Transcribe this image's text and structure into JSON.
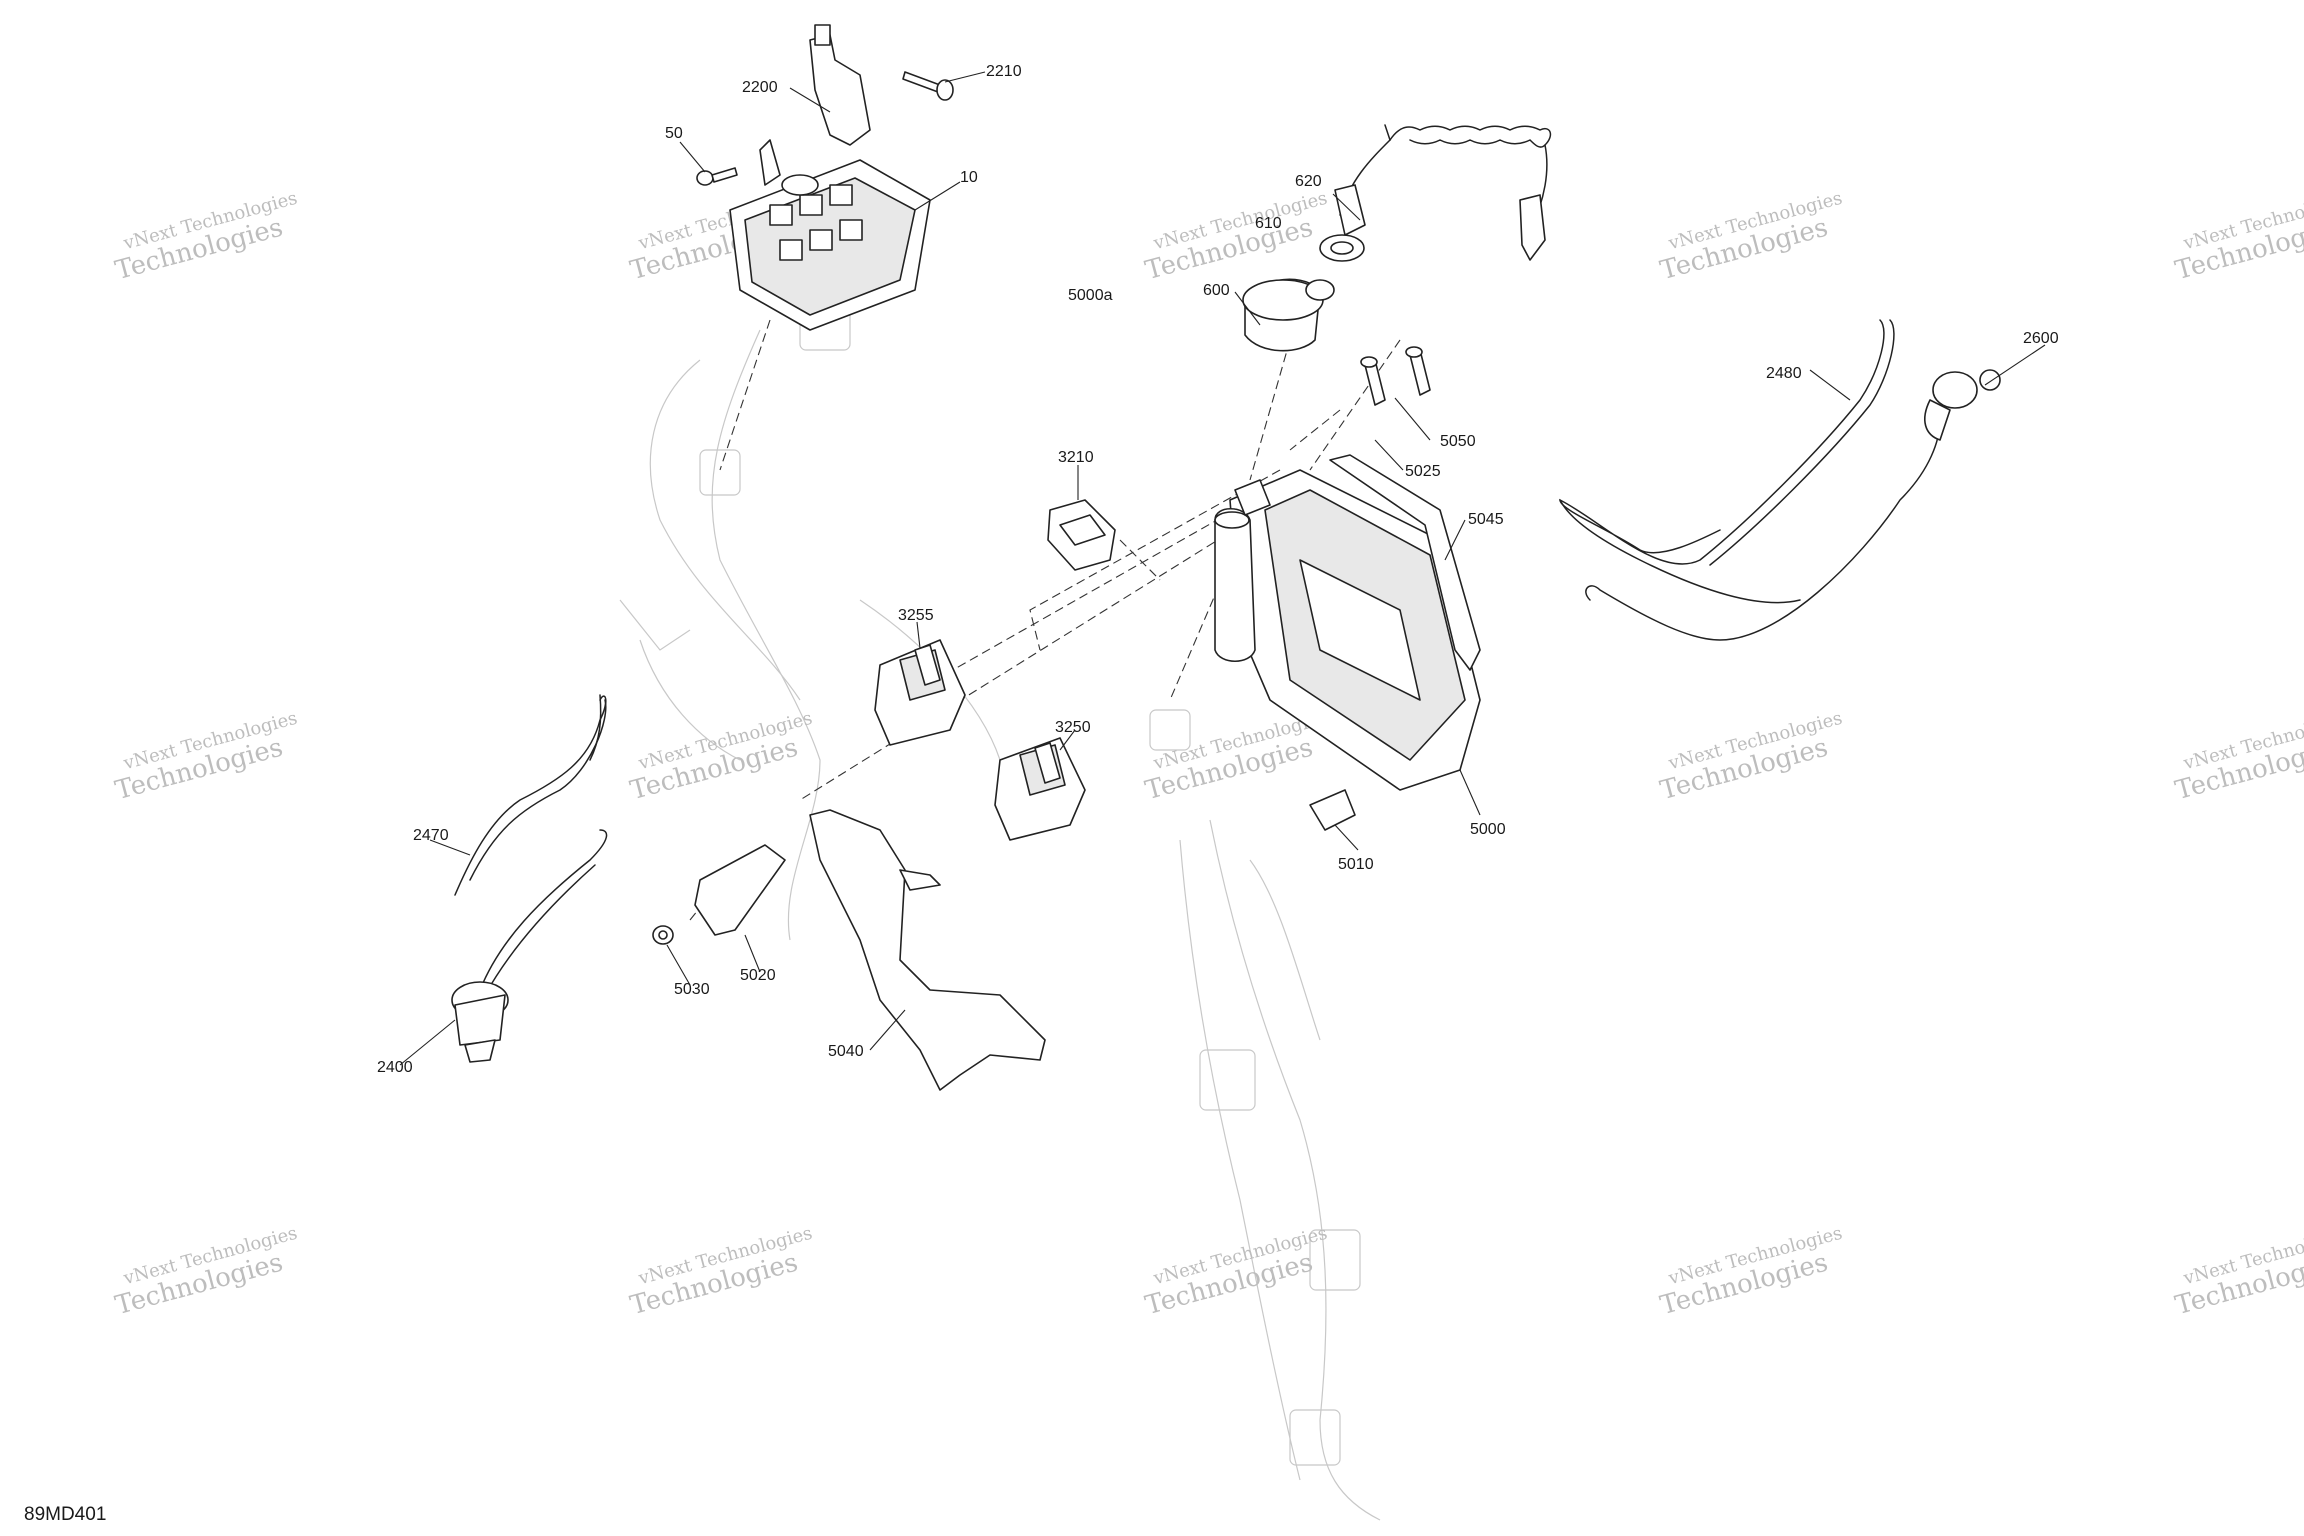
{
  "diagram": {
    "drawing_code": "89MD401",
    "watermark": [
      "vNext Technologies",
      "Technologies"
    ],
    "callouts": [
      "2210",
      "2200",
      "50",
      "10",
      "5000a",
      "620",
      "610",
      "600",
      "5050",
      "5025",
      "5045",
      "2480",
      "2600",
      "3210",
      "3255",
      "3250",
      "5000",
      "5010",
      "2470",
      "5020",
      "5030",
      "2400",
      "5040"
    ]
  }
}
